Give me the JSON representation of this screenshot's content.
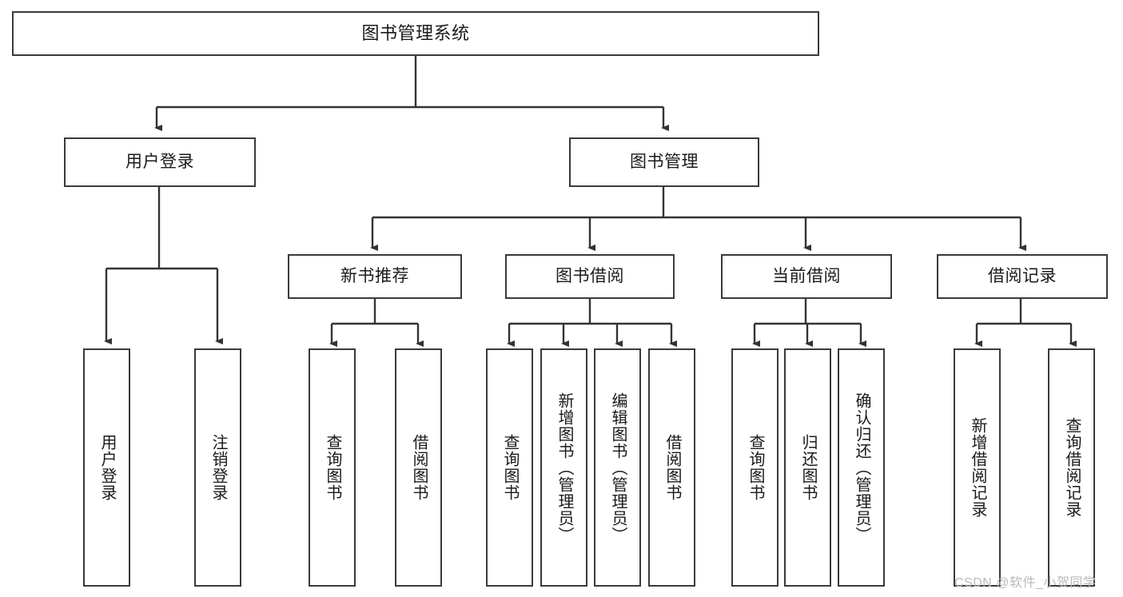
{
  "diagram": {
    "type": "hierarchy-tree",
    "title": "图书管理系统",
    "root": {
      "label": "图书管理系统"
    },
    "level2": [
      {
        "label": "用户登录"
      },
      {
        "label": "图书管理"
      }
    ],
    "level3": [
      {
        "label": "新书推荐"
      },
      {
        "label": "图书借阅"
      },
      {
        "label": "当前借阅"
      },
      {
        "label": "借阅记录"
      }
    ],
    "leaves": {
      "user_login": [
        {
          "label": "用户登录"
        },
        {
          "label": "注销登录"
        }
      ],
      "new_book_recommend": [
        {
          "label": "查询图书"
        },
        {
          "label": "借阅图书"
        }
      ],
      "book_borrow": [
        {
          "label": "查询图书"
        },
        {
          "label": "新增图书（管理员）"
        },
        {
          "label": "编辑图书（管理员）"
        },
        {
          "label": "借阅图书"
        }
      ],
      "current_borrow": [
        {
          "label": "查询图书"
        },
        {
          "label": "归还图书"
        },
        {
          "label": "确认归还（管理员）"
        }
      ],
      "borrow_record": [
        {
          "label": "新增借阅记录"
        },
        {
          "label": "查询借阅记录"
        }
      ]
    }
  },
  "watermark": {
    "text": "CSDN @软件_小贺同学"
  },
  "colors": {
    "background": "#ffffff",
    "border": "#3a3a3a",
    "text": "#1a1a1a",
    "connector": "#333333",
    "watermark": "#b9b9b9"
  }
}
